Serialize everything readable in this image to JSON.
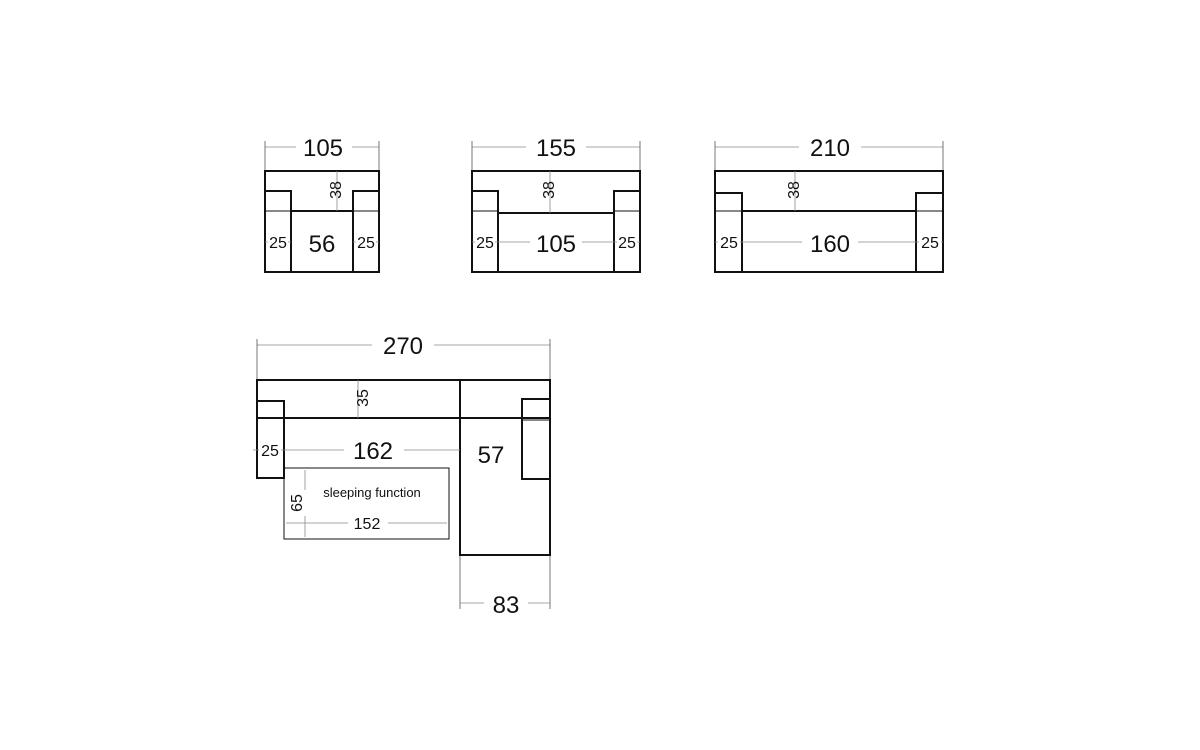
{
  "armchair": {
    "overall_width": "105",
    "back_depth": "38",
    "seat_width": "56",
    "arm_left": "25",
    "arm_right": "25"
  },
  "sofa_2": {
    "overall_width": "155",
    "back_depth": "38",
    "seat_width": "105",
    "arm_left": "25",
    "arm_right": "25"
  },
  "sofa_3": {
    "overall_width": "210",
    "back_depth": "38",
    "seat_width": "160",
    "arm_left": "25",
    "arm_right": "25"
  },
  "corner_sofa": {
    "overall_width": "270",
    "back_depth": "35",
    "seat_width": "162",
    "arm_left": "25",
    "chaise_depth": "57",
    "chaise_width": "83",
    "sleeping_label": "sleeping function",
    "sleeping_depth": "65",
    "sleeping_width": "152"
  }
}
